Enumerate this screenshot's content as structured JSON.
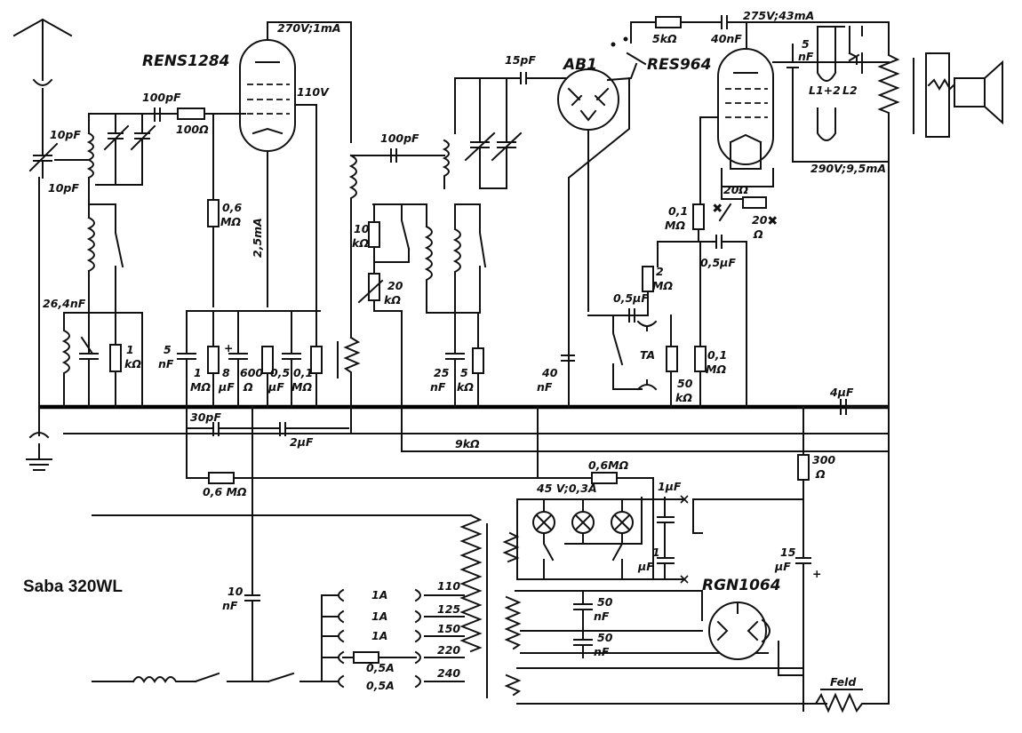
{
  "title": "Saba 320WL",
  "tubes": {
    "rens1284": "RENS1284",
    "ab1": "AB1",
    "res964": "RES964",
    "rgn1064": "RGN1064"
  },
  "labels": {
    "v_rens": "270V;1mA",
    "v_110": "110V",
    "ma25": "2,5mA",
    "v_275": "275V;43mA",
    "v_290": "290V;9,5mA",
    "lamp": "45 V;0,3A",
    "feld": "Feld",
    "ta": "TA",
    "l12": "L1+2",
    "l2": "L2"
  },
  "components": {
    "c10pf_a": "10pF",
    "c10pf_b": "10pF",
    "c100pf_1": "100pF",
    "r100": "100Ω",
    "c264": "26,4nF",
    "r1k_a": "1",
    "r1k_a2": "kΩ",
    "c5nf_a": "5",
    "c5nf_a2": "nF",
    "r1m": "1",
    "r1m2": "MΩ",
    "r06_top": "0,6",
    "r06_top2": "MΩ",
    "c8uf": "8",
    "c8uf2": "μF",
    "r600": "600",
    "r600b": "Ω",
    "c05uf_a": "0,5",
    "c05uf_a2": "μF",
    "r01m_a": "0,1",
    "r01m_a2": "MΩ",
    "c30pf": "30pF",
    "c2uf": "2μF",
    "r9k": "9kΩ",
    "r06_bot": "0,6 MΩ",
    "c100pf_2": "100pF",
    "r10k": "10",
    "r10k2": "kΩ",
    "r20k": "20",
    "r20k2": "kΩ",
    "c15pf": "15pF",
    "c25nf": "25",
    "c25nf2": "nF",
    "r5k_a": "5",
    "r5k_a2": "kΩ",
    "c40nf_a": "40",
    "c40nf_a2": "nF",
    "r5k_top": "5kΩ",
    "c40nf_top": "40nF",
    "c5nf_out": "5",
    "c5nf_out2": "nF",
    "r20_a": "20Ω",
    "r20_b": "20",
    "r20_b2": "Ω",
    "r01m_b": "0,1",
    "r01m_b2": "MΩ",
    "c05uf_b": "0,5μF",
    "r2m": "2",
    "r2m2": "MΩ",
    "c05uf_c": "0,5μF",
    "r01m_c": "0,1",
    "r01m_c2": "MΩ",
    "r50k": "50",
    "r50k2": "kΩ",
    "c4uf": "4μF",
    "r06m_mid": "0,6MΩ",
    "c1uf_a": "1μF",
    "c1uf_b": "1",
    "c1uf_b2": "μF",
    "r300": "300",
    "r300b": "Ω",
    "c15uf": "15",
    "c15uf2": "μF",
    "c10nf": "10",
    "c10nf2": "nF",
    "c50nf_a": "50",
    "c50nf_a2": "nF",
    "c50nf_b": "50",
    "c50nf_b2": "nF"
  },
  "fuses": [
    "1A",
    "1A",
    "1A",
    "0,5A",
    "0,5A"
  ],
  "mains_taps": [
    "110",
    "125",
    "150",
    "220",
    "240"
  ]
}
